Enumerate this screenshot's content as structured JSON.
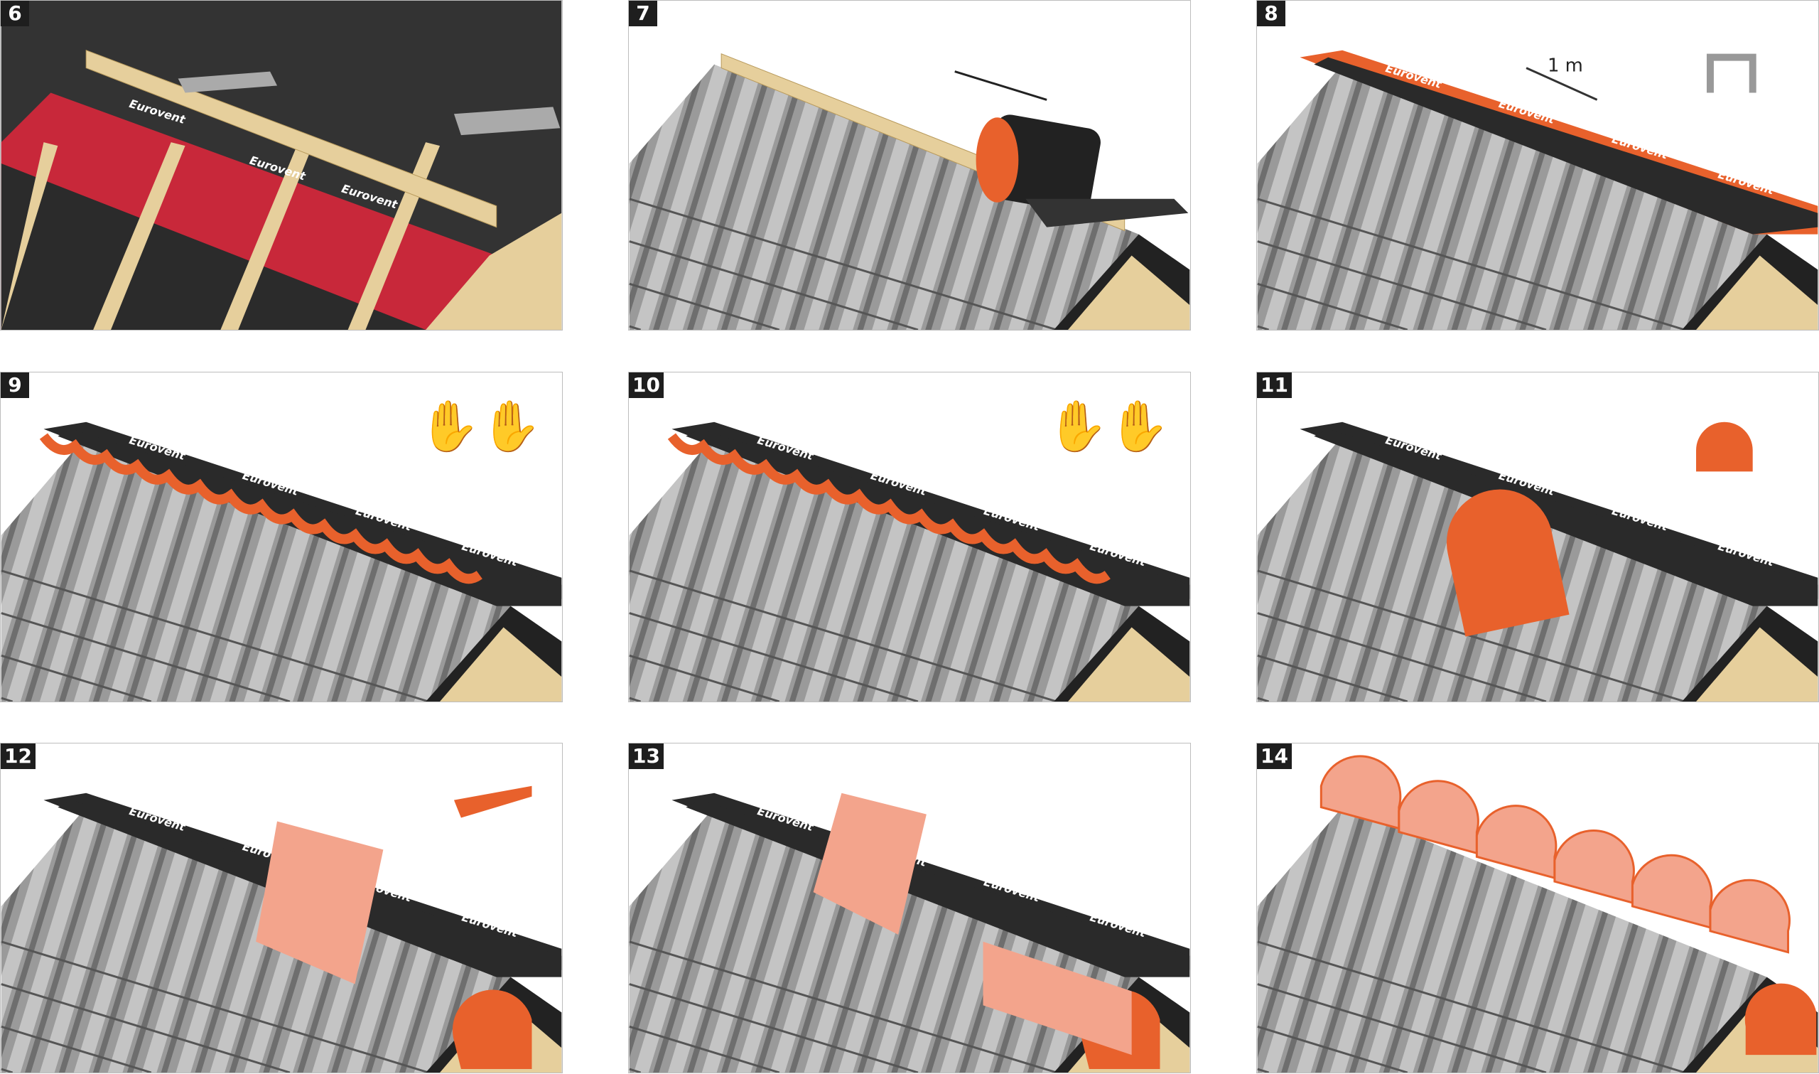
{
  "brand_text": "Eurovent",
  "panels": [
    {
      "step": "6"
    },
    {
      "step": "7"
    },
    {
      "step": "8",
      "distance_label": "1 m"
    },
    {
      "step": "9"
    },
    {
      "step": "10"
    },
    {
      "step": "11"
    },
    {
      "step": "12"
    },
    {
      "step": "13"
    },
    {
      "step": "14"
    }
  ],
  "colors": {
    "tile": "#9a9a9a",
    "membrane": "#2a2a2a",
    "orange": "#e8612c",
    "red_membrane": "#c8283a",
    "wood": "#e6cf9c"
  }
}
